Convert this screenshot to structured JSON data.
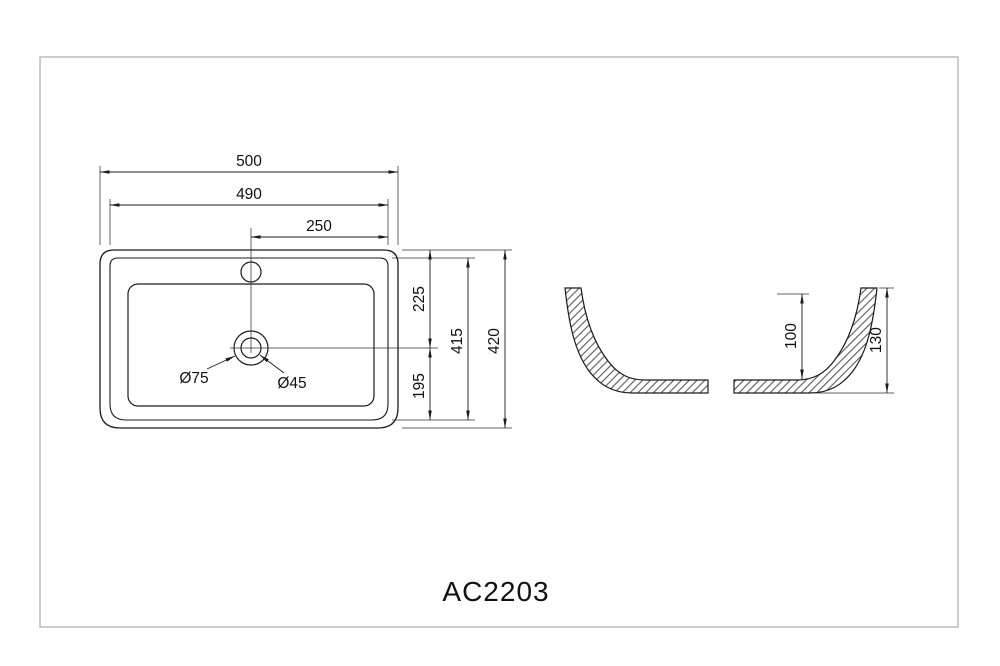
{
  "title": "AC2203",
  "top_view": {
    "width_overall": "500",
    "width_inner": "490",
    "center_to_right": "250",
    "top_to_drain": "225",
    "inner_height": "415",
    "height_overall": "420",
    "drain_to_bottom": "195",
    "drain_outer_dia": "Ø75",
    "drain_inner_dia": "Ø45"
  },
  "side_view": {
    "inner_depth": "100",
    "overall_height": "130"
  }
}
